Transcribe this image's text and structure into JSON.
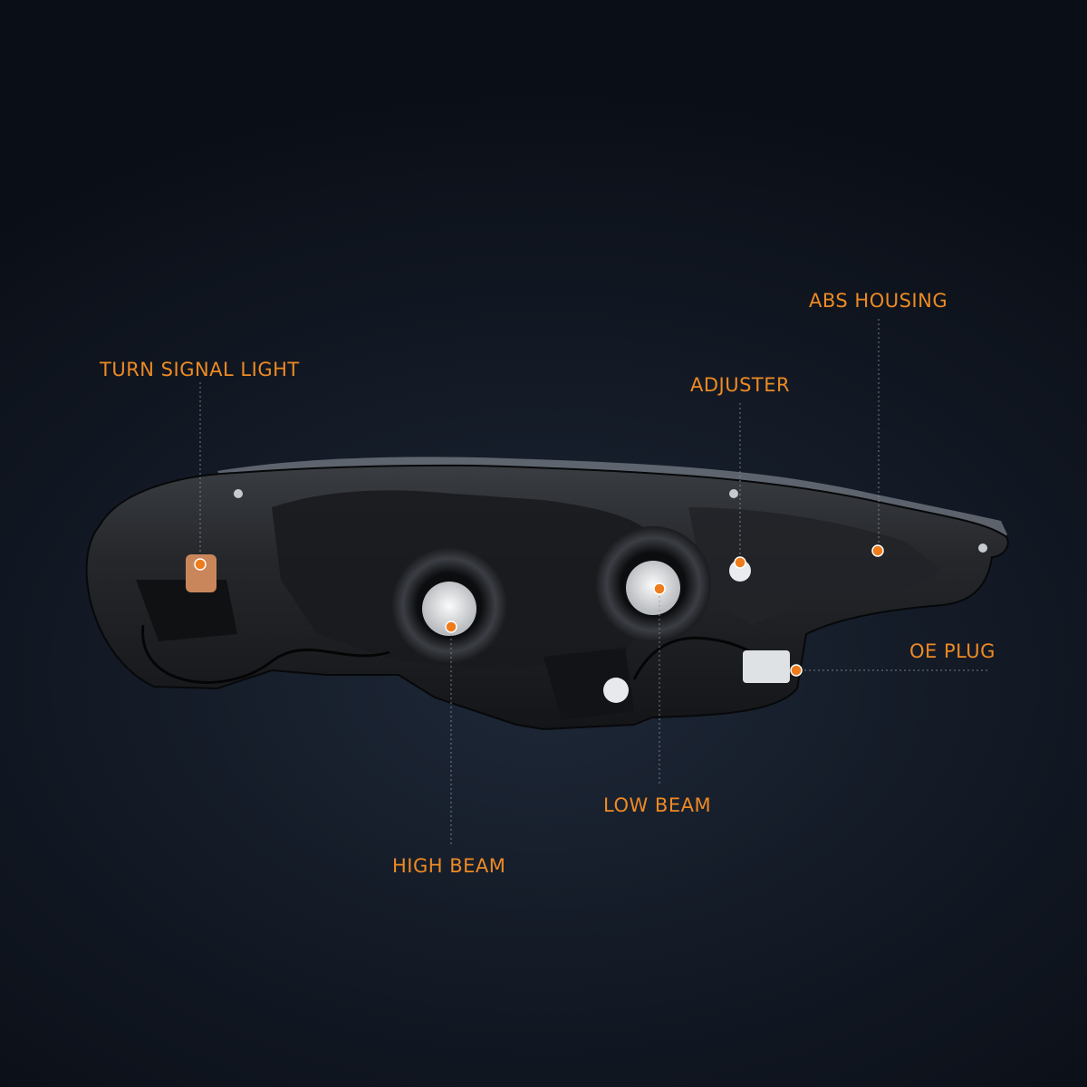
{
  "callouts": [
    {
      "id": "turn-signal-light",
      "label": "TURN SIGNAL LIGHT"
    },
    {
      "id": "abs-housing",
      "label": "ABS HOUSING"
    },
    {
      "id": "adjuster",
      "label": "ADJUSTER"
    },
    {
      "id": "oe-plug",
      "label": "OE PLUG"
    },
    {
      "id": "low-beam",
      "label": "LOW BEAM"
    },
    {
      "id": "high-beam",
      "label": "HIGH BEAM"
    }
  ],
  "colors": {
    "label": "#ee8a24",
    "marker": "#ef7b1a",
    "housing": "#1c1e22",
    "background": "#0d121b"
  }
}
